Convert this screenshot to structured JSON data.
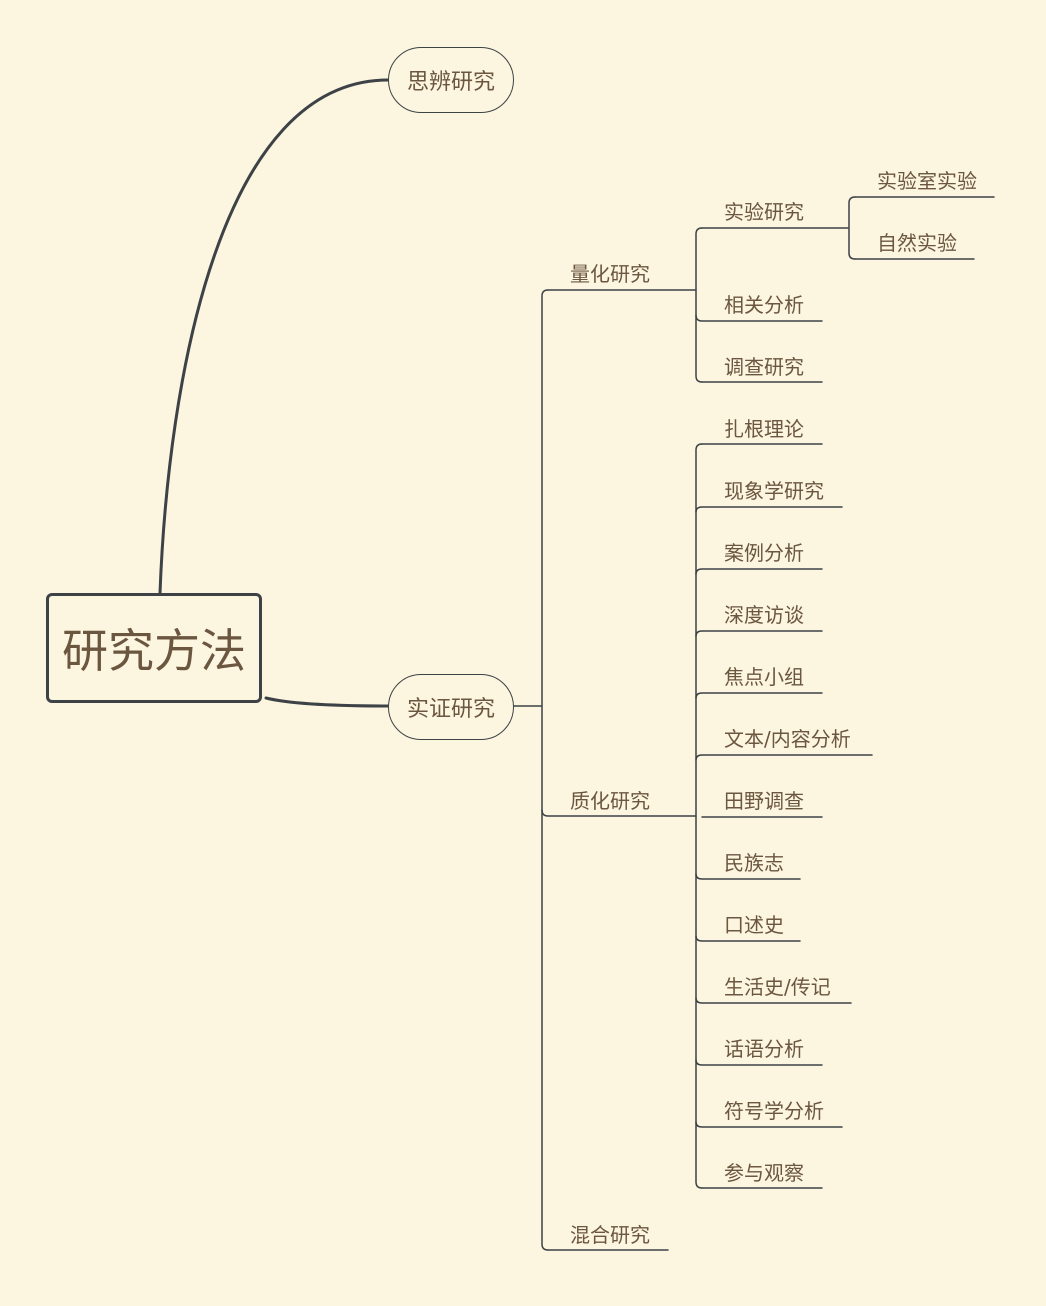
{
  "root": "研究方法",
  "branches": {
    "speculative": "思辨研究",
    "empirical": "实证研究"
  },
  "empirical_children": {
    "quantitative": "量化研究",
    "qualitative": "质化研究",
    "mixed": "混合研究"
  },
  "quantitative_children": {
    "experimental": "实验研究",
    "correlation": "相关分析",
    "survey": "调查研究"
  },
  "experimental_children": {
    "lab": "实验室实验",
    "natural": "自然实验"
  },
  "qualitative_children": [
    "扎根理论",
    "现象学研究",
    "案例分析",
    "深度访谈",
    "焦点小组",
    "文本/内容分析",
    "田野调查",
    "民族志",
    "口述史",
    "生活史/传记",
    "话语分析",
    "符号学分析",
    "参与观察"
  ],
  "colors": {
    "background": "#fcf5df",
    "line": "#3d4246",
    "text": "#6b5640"
  }
}
